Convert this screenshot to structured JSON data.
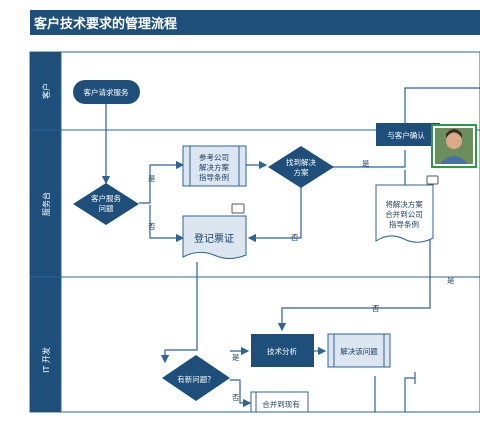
{
  "title": "客户技术要求的管理流程",
  "lanes": [
    {
      "label": "客户"
    },
    {
      "label": "服务台"
    },
    {
      "label": "IT 开发"
    }
  ],
  "nodes": {
    "customer_request": "客户请求服务",
    "customer_service_issue_line1": "客户服务",
    "customer_service_issue_line2": "问题",
    "reference_line1": "参考公司",
    "reference_line2": "解决方案",
    "reference_line3": "指导条例",
    "found_solution_line1": "找到解决",
    "found_solution_line2": "方案",
    "register_ticket": "登记票证",
    "confirm_with_customer": "与客户确认",
    "merge_solution_line1": "将解决方案",
    "merge_solution_line2": "合并到公司",
    "merge_solution_line3": "指导条例",
    "new_issue": "有新问题？",
    "tech_analysis": "技术分析",
    "solve_issue": "解决该问题",
    "merge_existing": "合并到现有"
  },
  "edge_labels": {
    "yes": "是",
    "no": "否"
  },
  "colors": {
    "lane_header": "#1e4f7a",
    "node_fill": "#1e4f7a",
    "doc_fill": "#dbe6f1",
    "line": "#2c6496"
  }
}
